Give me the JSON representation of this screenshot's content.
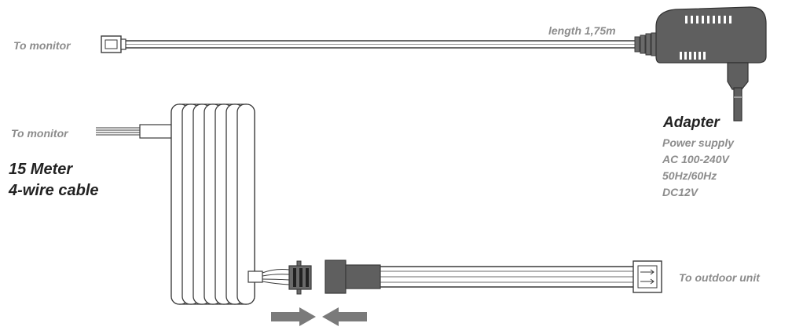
{
  "labels": {
    "to_monitor_top": "To monitor",
    "to_monitor_mid": "To monitor",
    "length": "length 1,75m",
    "cable_line1": "15 Meter",
    "cable_line2": "4-wire cable",
    "to_outdoor": "To outdoor unit"
  },
  "adapter": {
    "title": "Adapter",
    "specs": [
      "Power supply",
      "AC 100-240V",
      "50Hz/60Hz",
      "DC12V"
    ]
  },
  "colors": {
    "line": "#3a3a3a",
    "adapter_fill": "#5f5f5f",
    "arrow": "#7a7a7a",
    "label_gray": "#8c8c8c",
    "label_dark": "#222222"
  }
}
